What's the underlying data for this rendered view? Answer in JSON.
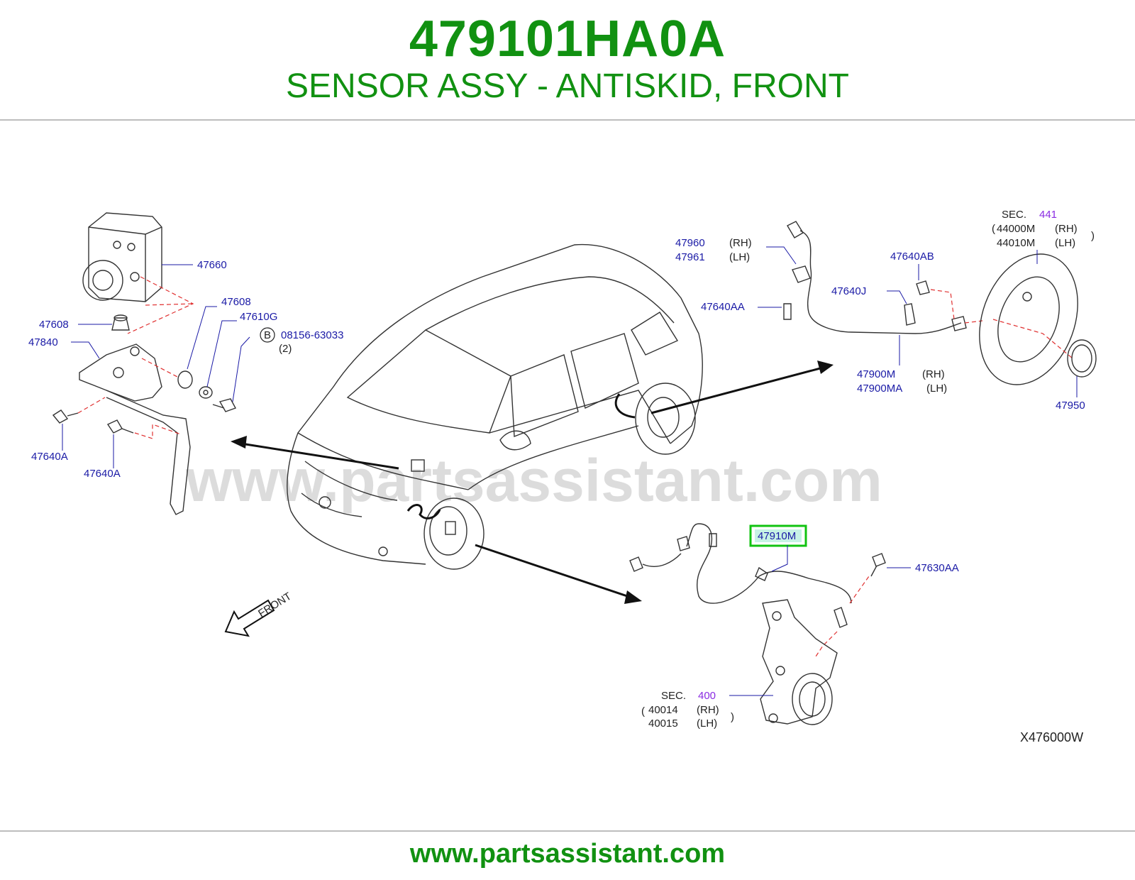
{
  "header": {
    "part_number": "479101HA0A",
    "description": "SENSOR ASSY - ANTISKID, FRONT"
  },
  "watermark": "www.partsassistant.com",
  "footer": {
    "url": "www.partsassistant.com"
  },
  "diagram_code": "X476000W",
  "colors": {
    "brand": "#119111",
    "label": "#1a1aa6",
    "section": "#8a2be2",
    "highlight": "#11c311"
  },
  "labels": {
    "l47660": "47660",
    "l47608a": "47608",
    "l47608b": "47608",
    "l47840": "47840",
    "l47610g": "47610G",
    "bolt_b": "B",
    "l08156": "08156-63033",
    "qty2": "(2)",
    "l47640a_1": "47640A",
    "l47640a_2": "47640A",
    "l47960": "47960",
    "l47961": "47961",
    "rh1": "(RH)",
    "lh1": "(LH)",
    "l47640aa": "47640AA",
    "l47640ab": "47640AB",
    "l47640j": "47640J",
    "l47900m": "47900M",
    "l47900ma": "47900MA",
    "rh2": "(RH)",
    "lh2": "(LH)",
    "sec441_label": "SEC.",
    "sec441": "441",
    "l44000m": "44000M",
    "l44010m": "44010M",
    "rh3": "(RH)",
    "lh3": "(LH)",
    "l47950": "47950",
    "l47910m": "47910M",
    "l47630aa": "47630AA",
    "sec400_label": "SEC.",
    "sec400": "400",
    "l40014": "40014",
    "l40015": "40015",
    "rh4": "(RH)",
    "lh4": "(LH)",
    "front": "FRONT"
  }
}
